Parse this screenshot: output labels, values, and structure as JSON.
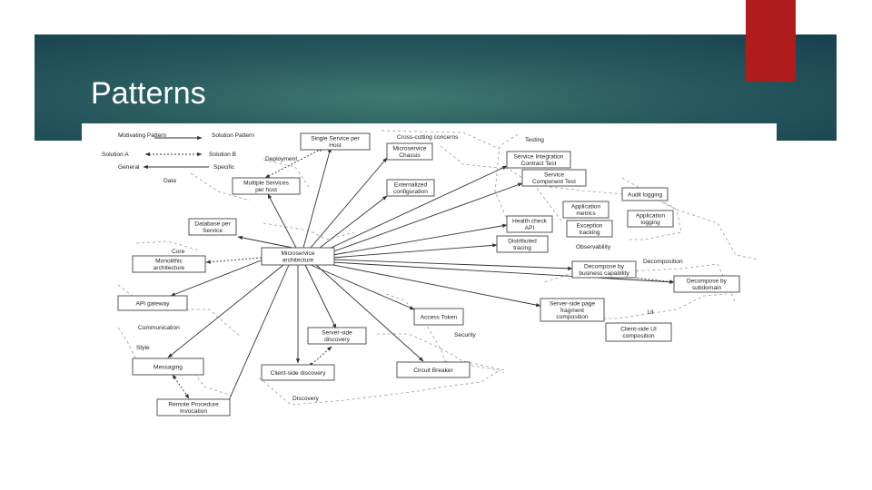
{
  "slide": {
    "title": "Patterns"
  },
  "colors": {
    "banner": "#2b5e60",
    "accent": "#b01c1c"
  },
  "legend": {
    "motivating": "Motivating Pattern",
    "solution": "Solution Pattern",
    "solution_a": "Solution A",
    "solution_b": "Solution B",
    "general": "General",
    "specific": "Specific"
  },
  "groups": {
    "data": "Data",
    "deployment": "Deployment",
    "cross_cutting": "Cross-cutting concerns",
    "testing": "Testing",
    "core": "Core",
    "observability": "Observability",
    "decomposition": "Decomposition",
    "communication": "Communication",
    "style": "Style",
    "ui": "UI",
    "security": "Security",
    "discovery": "Discovery"
  },
  "boxes": {
    "microservice_architecture": [
      "Microservice",
      "architecture"
    ],
    "single_service_per_host": [
      "Single Service per",
      "Host"
    ],
    "multiple_services_per_host": [
      "Multiple Services",
      "per host"
    ],
    "microservice_chassis": [
      "Microservice",
      "Chassis"
    ],
    "externalized_configuration": [
      "Externalized",
      "configuration"
    ],
    "service_integration_contract_test": [
      "Service Integration",
      "Contract Test"
    ],
    "service_component_test": [
      "Service",
      "Component Test"
    ],
    "audit_logging": [
      "Audit logging"
    ],
    "application_metrics": [
      "Application",
      "metrics"
    ],
    "application_logging": [
      "Application",
      "logging"
    ],
    "health_check_api": [
      "Health check",
      "API"
    ],
    "exception_tracking": [
      "Exception",
      "tracking"
    ],
    "distributed_tracing": [
      "Distributed",
      "tracing"
    ],
    "database_per_service": [
      "Database per",
      "Service"
    ],
    "monolithic_architecture": [
      "Monolithic",
      "architecture"
    ],
    "decompose_by_business_capability": [
      "Decompose by",
      "business capability"
    ],
    "decompose_by_subdomain": [
      "Decompose by",
      "subdomain"
    ],
    "api_gateway": [
      "API gateway"
    ],
    "server_side_page_fragment_composition": [
      "Server-side page",
      "fragment",
      "composition"
    ],
    "client_side_ui_composition": [
      "Client-side  UI",
      "composition"
    ],
    "access_token": [
      "Access Token"
    ],
    "server_side_discovery": [
      "Server-side",
      "discovery"
    ],
    "messaging": [
      "Messaging"
    ],
    "client_side_discovery": [
      "Client-side discovery"
    ],
    "circuit_breaker": [
      "Circuit Breaker"
    ],
    "remote_procedure_invocation": [
      "Remote Procedure",
      "Invocation"
    ]
  }
}
